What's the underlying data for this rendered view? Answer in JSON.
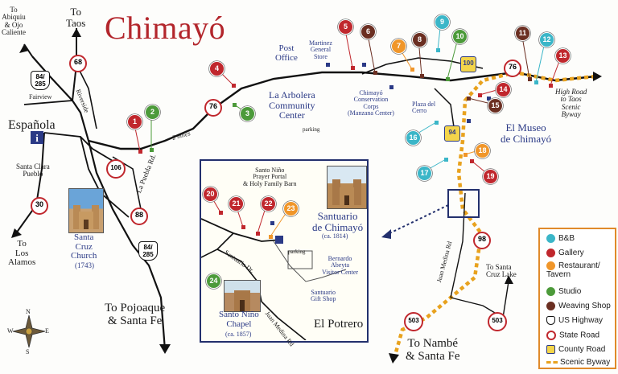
{
  "title": "Chimayó",
  "towns": {
    "to_abiquiu": "To\nAbiquiu\n& Ojo\nCaliente",
    "to_taos": "To\nTaos",
    "espanola": "Española",
    "santa_clara": "Santa Clara\nPueblo",
    "to_los_alamos": "To\nLos\nAlamos",
    "santa_cruz": "Santa\nCruz\nChurch",
    "santa_cruz_year": "(1743)",
    "to_pojoaque": "To Pojoaque\n& Santa Fe",
    "to_nambe": "To Nambé\n& Santa Fe",
    "to_santa_cruz_lake": "To Santa\nCruz Lake",
    "high_road": "High Road\nto Taos\nScenic\nByway"
  },
  "labels": {
    "fairview": "Fairview",
    "riverside": "Riverside",
    "la_puebla": "La Puebla Rd.",
    "two_miles": "2 miles",
    "post_office": "Post\nOffice",
    "martinez_store": "Martinez\nGeneral\nStore",
    "la_arbolera": "La Arbolera\nCommunity\nCenter",
    "parking": "parking",
    "conservation": "Chimayó\nConservation\nCorps\n(Manzana Center)",
    "plaza_del_cerro": "Plaza del\nCerro",
    "museo": "El Museo\nde Chimayó",
    "juan_medina": "Juan Medina Rd"
  },
  "inset": {
    "santo_nino_portal": "Santo Niño\nPrayer Portal\n& Holy Family Barn",
    "santuario": "Santuario\nde Chimayó",
    "santuario_year": "(ca. 1814)",
    "santuario_dr": "Santuario Dr.",
    "parking": "parking",
    "bernardo": "Bernardo\nAbeyta\nVisitor Center",
    "gift_shop": "Santuario\nGift Shop",
    "santo_nino_chapel": "Santo Niño\nChapel",
    "chapel_year": "(ca. 1857)",
    "juan_medina": "Juan Medina Rd",
    "el_potrero": "El Potrero"
  },
  "shields": {
    "us_84_285_top": "84/\n285",
    "us_84_285_bottom": "84/\n285",
    "sr_68": "68",
    "sr_76_left": "76",
    "sr_76_right": "76",
    "sr_106": "106",
    "sr_88": "88",
    "sr_30": "30",
    "sr_98_inset": "98",
    "sr_98_right": "98",
    "sr_503_left": "503",
    "sr_503_right": "503",
    "cr_100": "100",
    "cr_94": "94"
  },
  "compass": {
    "n": "N",
    "s": "S",
    "e": "E",
    "w": "W"
  },
  "markers": [
    {
      "n": "1",
      "type": "gallery"
    },
    {
      "n": "2",
      "type": "studio"
    },
    {
      "n": "3",
      "type": "studio"
    },
    {
      "n": "4",
      "type": "gallery"
    },
    {
      "n": "5",
      "type": "gallery"
    },
    {
      "n": "6",
      "type": "weaving"
    },
    {
      "n": "7",
      "type": "restaurant"
    },
    {
      "n": "8",
      "type": "weaving"
    },
    {
      "n": "9",
      "type": "bnb"
    },
    {
      "n": "10",
      "type": "studio"
    },
    {
      "n": "11",
      "type": "weaving"
    },
    {
      "n": "12",
      "type": "bnb"
    },
    {
      "n": "13",
      "type": "gallery"
    },
    {
      "n": "14",
      "type": "gallery"
    },
    {
      "n": "15",
      "type": "weaving"
    },
    {
      "n": "16",
      "type": "bnb"
    },
    {
      "n": "17",
      "type": "bnb"
    },
    {
      "n": "18",
      "type": "restaurant"
    },
    {
      "n": "19",
      "type": "gallery"
    },
    {
      "n": "20",
      "type": "gallery"
    },
    {
      "n": "21",
      "type": "gallery"
    },
    {
      "n": "22",
      "type": "gallery"
    },
    {
      "n": "23",
      "type": "restaurant"
    },
    {
      "n": "24",
      "type": "studio"
    }
  ],
  "legend": {
    "items": [
      {
        "label": "B&B",
        "kind": "bnb"
      },
      {
        "label": "Gallery",
        "kind": "gallery"
      },
      {
        "label": "Restaurant/\nTavern",
        "kind": "restaurant"
      },
      {
        "label": "Studio",
        "kind": "studio"
      },
      {
        "label": "Weaving Shop",
        "kind": "weaving"
      },
      {
        "label": "US Highway",
        "kind": "us"
      },
      {
        "label": "State Road",
        "kind": "state"
      },
      {
        "label": "County Road",
        "kind": "county"
      },
      {
        "label": "Scenic Byway",
        "kind": "byway"
      }
    ]
  },
  "colors": {
    "bnb": "#3bb6c8",
    "gallery": "#c0272d",
    "restaurant": "#f0962a",
    "studio": "#4c9a3a",
    "weaving": "#6b2f22",
    "title": "#b3262c",
    "navy": "#2b3a86",
    "byway": "#e8a21e"
  }
}
